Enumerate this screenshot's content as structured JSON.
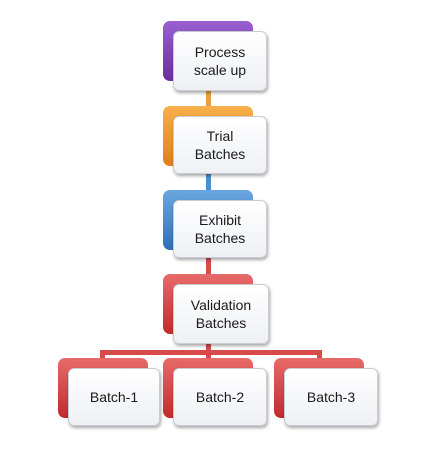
{
  "diagram": {
    "nodes": [
      {
        "id": "process",
        "label": "Process\nscale up",
        "color": "#7b3fb3"
      },
      {
        "id": "trial",
        "label": "Trial\nBatches",
        "color": "#f0932c"
      },
      {
        "id": "exhibit",
        "label": "Exhibit\nBatches",
        "color": "#3f7fc7"
      },
      {
        "id": "validation",
        "label": "Validation\nBatches",
        "color": "#d23b3b"
      },
      {
        "id": "batch1",
        "label": "Batch-1",
        "color": "#d23b3b"
      },
      {
        "id": "batch2",
        "label": "Batch-2",
        "color": "#d23b3b"
      },
      {
        "id": "batch3",
        "label": "Batch-3",
        "color": "#d23b3b"
      }
    ],
    "connector_colors": {
      "process_trial": "#e8a040",
      "trial_exhibit": "#4a8fd0",
      "exhibit_validation": "#d84a4a",
      "validation_batches": "#d84a4a"
    }
  }
}
